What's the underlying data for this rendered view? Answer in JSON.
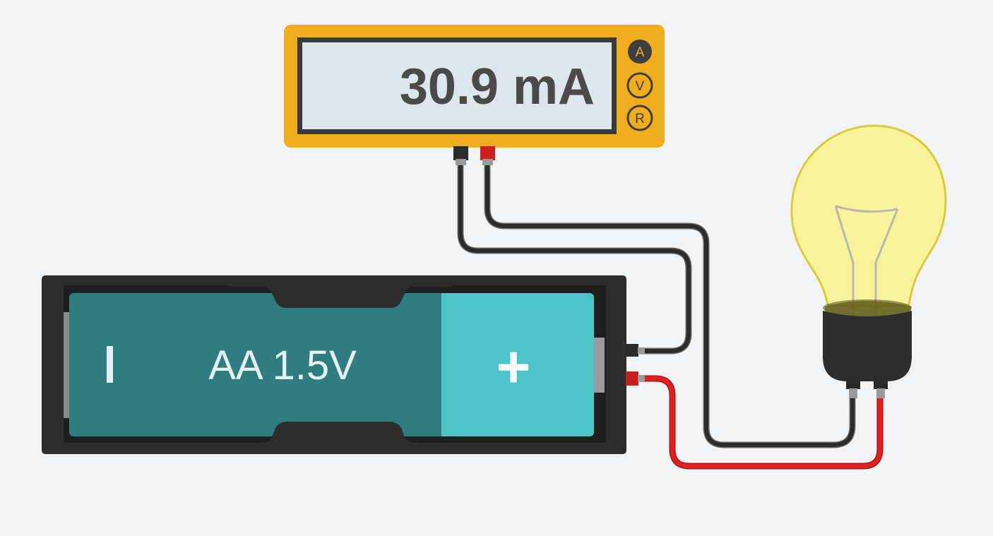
{
  "multimeter": {
    "reading": "30.9 mA",
    "modes": [
      {
        "key": "A",
        "label": "A",
        "active": true
      },
      {
        "key": "V",
        "label": "V",
        "active": false
      },
      {
        "key": "R",
        "label": "R",
        "active": false
      }
    ],
    "body_color": "#f0ad1e",
    "display_color": "#dde6ea",
    "text_color": "#4a4a4a"
  },
  "battery": {
    "label": "AA 1.5V",
    "negative_symbol": "I",
    "positive_symbol": "+",
    "body_color": "#2f7d80",
    "cap_color": "#4bc3c6",
    "holder_color": "#2d2d2d"
  },
  "bulb": {
    "lit": true,
    "glass_color": "#f8f29a",
    "outline_color": "#d9cc3c",
    "base_color": "#2e2e2e"
  },
  "wires": {
    "black": "#2c2c2c",
    "red": "#e02020"
  }
}
